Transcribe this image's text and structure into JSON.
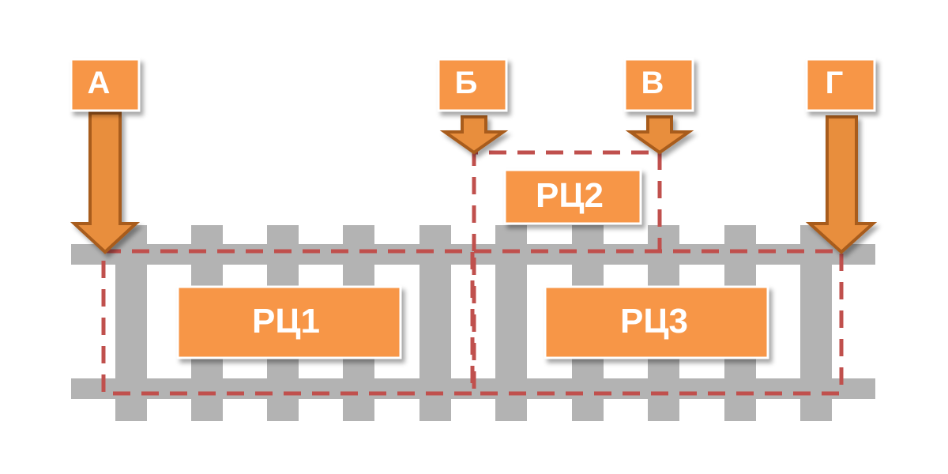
{
  "diagram": {
    "colors": {
      "rail": "#b3b3b3",
      "box_fill": "#f79646",
      "box_stroke": "#ffffff",
      "arrow_fill": "#e88e3c",
      "arrow_stroke": "#a85c1e",
      "circuit_border": "#c0504d",
      "text": "#ffffff"
    },
    "point_labels": [
      "А",
      "Б",
      "В",
      "Г"
    ],
    "circuit_labels": [
      "РЦ1",
      "РЦ2",
      "РЦ3"
    ]
  }
}
